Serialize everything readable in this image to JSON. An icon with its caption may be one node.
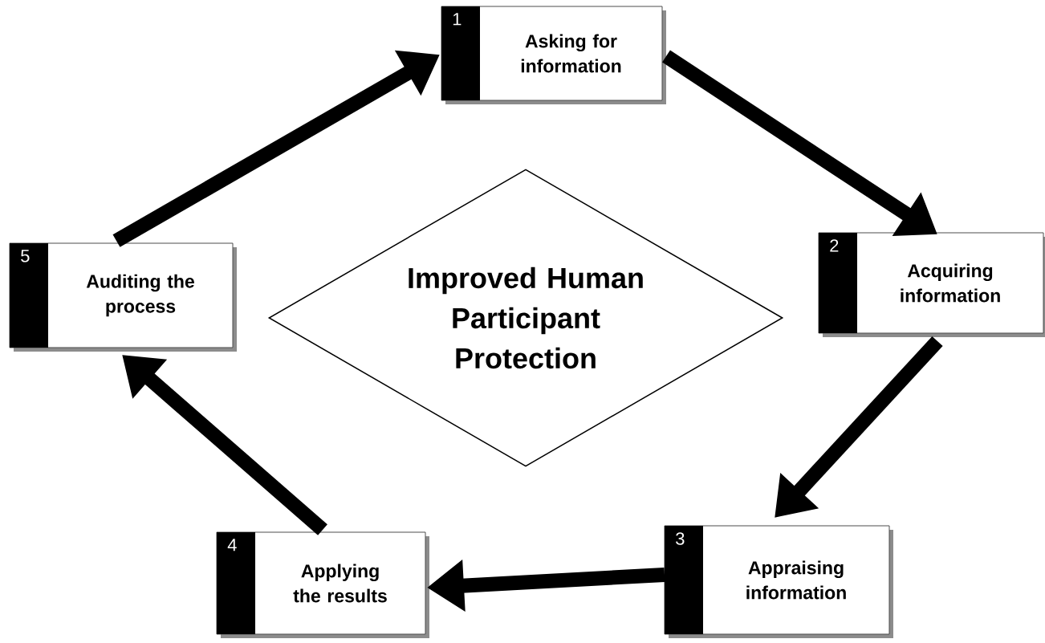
{
  "diagram": {
    "nodes": [
      {
        "text": [
          "1",
          "Asking for information"
        ]
      },
      {
        "text": [
          "2",
          "Acquiring information"
        ]
      },
      {
        "text": [
          "3",
          "Appraising information"
        ]
      },
      {
        "text": [
          "4",
          "Applying the results"
        ]
      },
      {
        "text": [
          "5",
          "Auditing the process"
        ]
      },
      {
        "text": [
          "Improved Human Participant Protection"
        ]
      }
    ],
    "edges": [
      {
        "from": 0,
        "to": 1,
        "arrow": "to"
      },
      {
        "from": 1,
        "to": 2,
        "arrow": "to"
      },
      {
        "from": 2,
        "to": 3,
        "arrow": "to"
      },
      {
        "from": 3,
        "to": 4,
        "arrow": "to"
      },
      {
        "from": 4,
        "to": 0,
        "arrow": "to"
      }
    ]
  }
}
